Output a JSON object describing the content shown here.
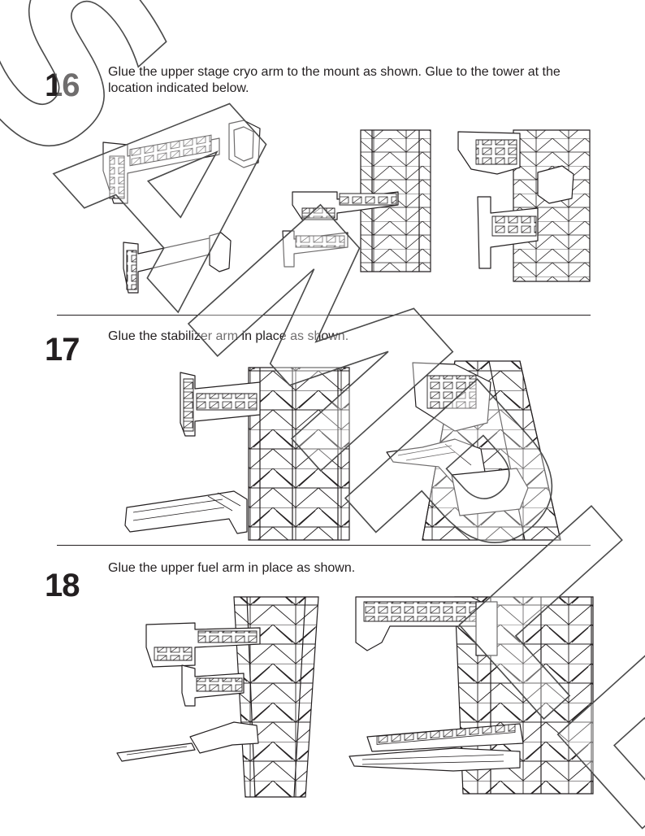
{
  "steps": [
    {
      "number": "16",
      "text": "Glue the upper stage cryo arm to the mount as shown. Glue to the tower at the location indicated below."
    },
    {
      "number": "17",
      "text": "Glue the stabilizer arm in place as shown."
    },
    {
      "number": "18",
      "text": "Glue the upper fuel arm in place as shown."
    }
  ],
  "watermark": {
    "text": "SAMPLE",
    "color": "#4a4a4a"
  },
  "colors": {
    "ink": "#231f20",
    "paper": "#ffffff"
  }
}
